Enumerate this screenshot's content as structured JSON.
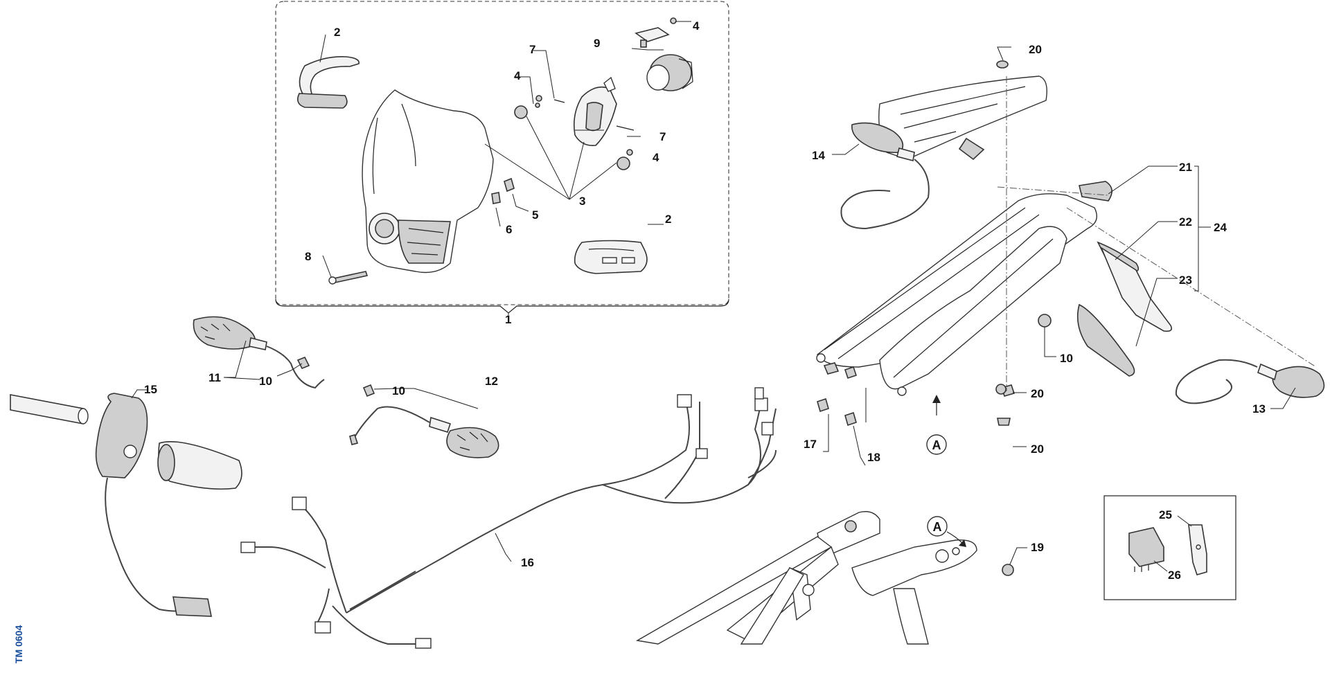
{
  "drawing_ref": "TM 0604",
  "kit_label": "1",
  "callouts": {
    "c2a": "2",
    "c2b": "2",
    "c3": "3",
    "c4a": "4",
    "c4b": "4",
    "c4c": "4",
    "c5": "5",
    "c6": "6",
    "c7a": "7",
    "c7b": "7",
    "c8": "8",
    "c9": "9",
    "c10a": "10",
    "c10b": "10",
    "c10c": "10",
    "c11": "11",
    "c12": "12",
    "c13": "13",
    "c14": "14",
    "c15": "15",
    "c16": "16",
    "c17": "17",
    "c18": "18",
    "c19": "19",
    "c20a": "20",
    "c20b": "20",
    "c20c": "20",
    "c21": "21",
    "c22": "22",
    "c23": "23",
    "c24": "24",
    "c25": "25",
    "c26": "26"
  },
  "detail_marker_top": "A",
  "detail_marker_bottom": "A",
  "colors": {
    "line": "#222222",
    "ref_blue": "#1a4f9c",
    "part_fill": "#f2f2f2",
    "part_shade": "#cfcfcf"
  }
}
